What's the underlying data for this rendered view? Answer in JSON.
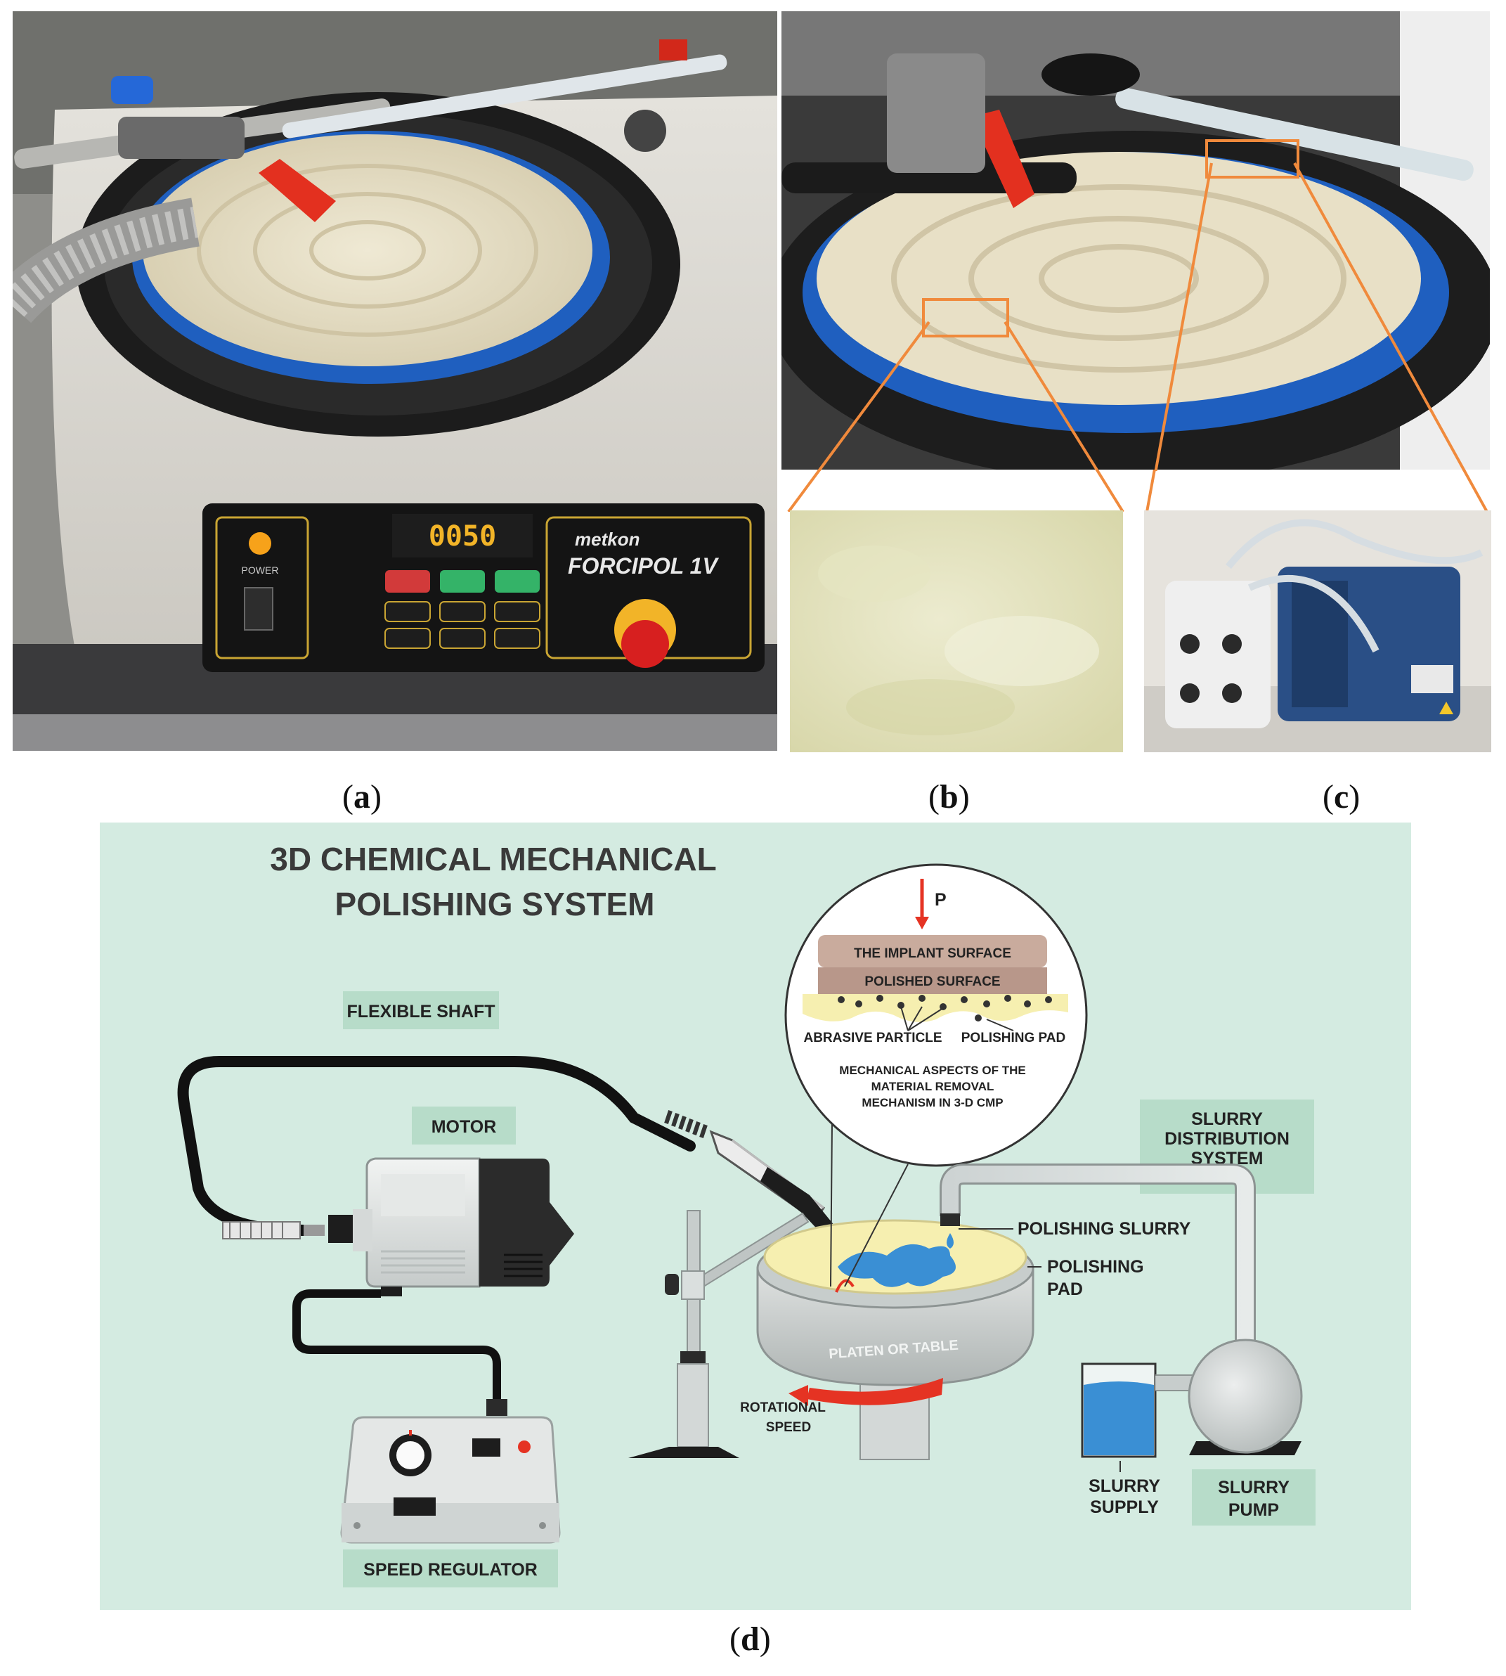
{
  "panels": {
    "a": {
      "caption": "a"
    },
    "b": {
      "caption": "b"
    },
    "c": {
      "caption": "c"
    },
    "d": {
      "caption": "d"
    }
  },
  "machine": {
    "display": "0050",
    "power_label": "POWER",
    "brand": "metkon",
    "model": "FORCIPOL 1V"
  },
  "diagram": {
    "title_line1": "3D CHEMICAL MECHANICAL",
    "title_line2": "POLISHING SYSTEM",
    "flexible_shaft": "FLEXIBLE SHAFT",
    "motor": "MOTOR",
    "speed_regulator": "SPEED REGULATOR",
    "pressure": "P",
    "implant_surface": "THE IMPLANT SURFACE",
    "polished_surface": "POLISHED SURFACE",
    "abrasive_particle": "ABRASIVE PARTICLE",
    "polishing_pad_inset": "POLISHING PAD",
    "mech_line1": "MECHANICAL ASPECTS OF THE",
    "mech_line2": "MATERIAL REMOVAL",
    "mech_line3": "MECHANISM IN 3-D  CMP",
    "slurry_dist_line1": "SLURRY",
    "slurry_dist_line2": "DISTRIBUTION",
    "slurry_dist_line3": "SYSTEM",
    "polishing_slurry": "POLISHING SLURRY",
    "polishing_pad_line1": "POLISHING",
    "polishing_pad_line2": "PAD",
    "platen": "PLATEN OR TABLE",
    "rotational_line1": "ROTATIONAL",
    "rotational_line2": "SPEED",
    "slurry_supply_line1": "SLURRY",
    "slurry_supply_line2": "SUPPLY",
    "slurry_pump_line1": "SLURRY",
    "slurry_pump_line2": "PUMP"
  },
  "colors": {
    "diagram_bg": "#d4ebe1",
    "label_tag": "#b7dcc9",
    "slurry_blue": "#3a8fd4",
    "pad_yellow": "#f6efb0",
    "arrow_red": "#e53323",
    "inset_brown": "#c9ab9d"
  }
}
